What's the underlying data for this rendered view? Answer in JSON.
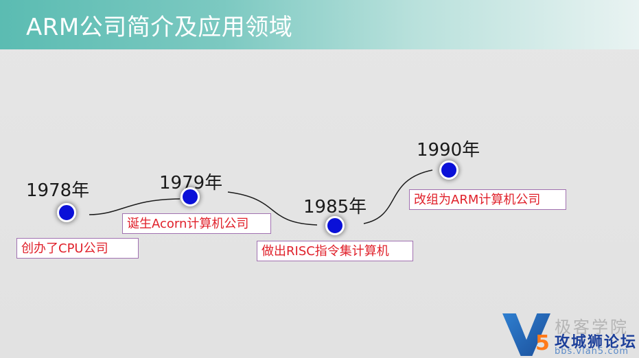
{
  "slide": {
    "title": "ARM公司简介及应用领域"
  },
  "timeline": [
    {
      "year": "1978年",
      "event": "创办了CPU公司"
    },
    {
      "year": "1979年",
      "event": "诞生Acorn计算机公司"
    },
    {
      "year": "1985年",
      "event": "做出RISC指令集计算机"
    },
    {
      "year": "1990年",
      "event": "改组为ARM计算机公司"
    }
  ],
  "watermark": {
    "line1": "极客学院",
    "brand_number": "5",
    "line2": "攻城狮论坛",
    "line3": "bbs.vlan5.com"
  },
  "colors": {
    "title_bar": "#5bbcb2",
    "node": "#0a10d8",
    "event_text": "#e0202a",
    "label_border": "#a070b0"
  }
}
